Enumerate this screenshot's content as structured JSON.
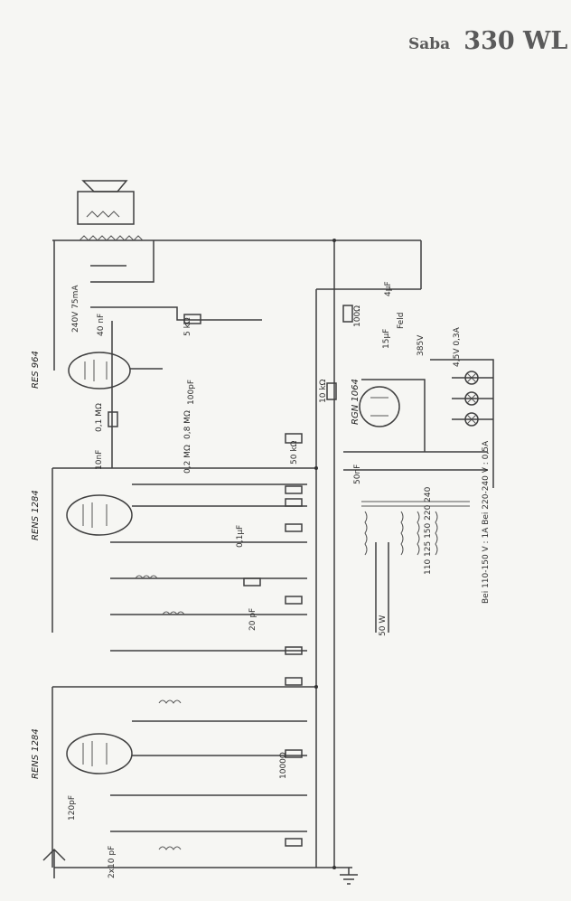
{
  "header": {
    "brand": "Saba",
    "model": "330 WL"
  },
  "tubes": [
    {
      "id": "out",
      "label": "RES 964"
    },
    {
      "id": "mid",
      "label": "RENS 1284"
    },
    {
      "id": "in",
      "label": "RENS 1284"
    },
    {
      "id": "rect",
      "label": "RGN 1064"
    }
  ],
  "labels": {
    "v240": "240V 75mA",
    "cap40": "40 nF",
    "r5k": "5 kΩ",
    "cap4uf": "4µF",
    "r100": "100Ω",
    "cap15": "15µF",
    "feld": "Feld",
    "v385": "385V",
    "lamp": "4,5V 0,3A",
    "cap100pf": "100pF",
    "r01m": "0,1 MΩ",
    "r08": "0,8 MΩ",
    "r02": "0,2 MΩ",
    "cap10nf": "10nF",
    "r10k": "10 kΩ",
    "r50k": "50 kΩ",
    "cap50nf": "50nF",
    "cap01uf": "0,1µF",
    "cap20pf": "20 pF",
    "volt": "110 125 150 220 240",
    "fuse": "Bei 110-150 V : 1A  Bei 220-240 V : 0,5A",
    "r50w": "50 W",
    "cap120pf": "120pF",
    "r1000": "1000Ω",
    "cap2x10": "2x10 pF"
  }
}
